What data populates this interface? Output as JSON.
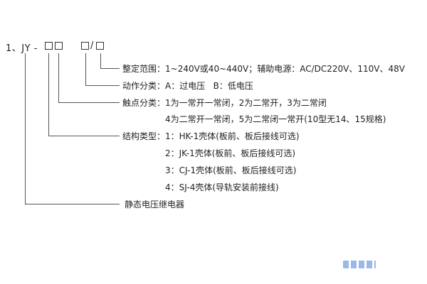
{
  "model_code": {
    "prefix": "1、JY - ",
    "separator": "/"
  },
  "annotations": {
    "setting_range": "整定范围：1~240V或40~440V；辅助电源：AC/DC220V、110V、48V",
    "action_class": "动作分类：A：过电压   B：低电压",
    "contact_class_line1": "触点分类：1为一常开一常闭，2为二常开，3为二常闭",
    "contact_class_line2": "4为二常开一常闭，5为二常闭一常开(10型无14、15规格)",
    "structure_type_line1": "结构类型：1：HK-1壳体(板前、板后接线可选)",
    "structure_type_line2": "2：JK-1壳体(板前、板后接线可选)",
    "structure_type_line3": "3：CJ-1壳体(板前、板后接线可选)",
    "structure_type_line4": "4：SJ-4壳体(导轨安装前接线)",
    "product_name": "静态电压继电器"
  },
  "colors": {
    "text": "#222222",
    "line": "#555555",
    "background": "#ffffff"
  }
}
